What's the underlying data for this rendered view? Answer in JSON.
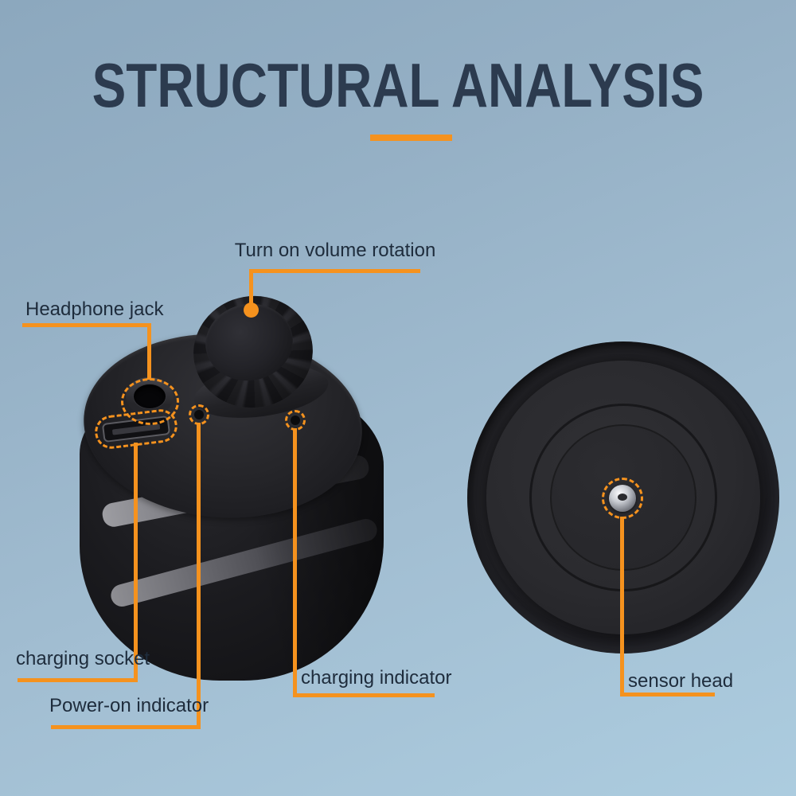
{
  "title": {
    "text": "STRUCTURAL ANALYSIS"
  },
  "labels": {
    "volume": "Turn on volume rotation",
    "headphone": "Headphone jack",
    "charging_socket": "charging socket",
    "power_indicator": "Power-on indicator",
    "charging_indicator": "charging indicator",
    "sensor_head": "sensor head"
  },
  "colors": {
    "accent_orange": "#F5921E",
    "title_navy": "#2C3B4F",
    "label_text": "#1E2C3C",
    "background_top": "#8CA8BE",
    "background_bottom": "#ACCCDF",
    "device_black": "#1B1B1E"
  }
}
